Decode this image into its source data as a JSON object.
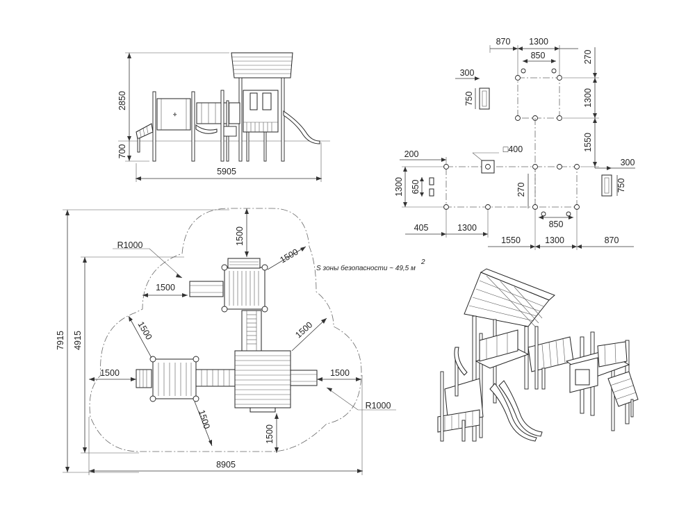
{
  "elevation": {
    "height_total": "2850",
    "height_platform": "700",
    "width_total": "5905"
  },
  "foundation_plan": {
    "top_870": "870",
    "top_1300": "1300",
    "top_850": "850",
    "right_270_top": "270",
    "right_1300": "1300",
    "right_1550": "1550",
    "left_300": "300",
    "left_750": "750",
    "left_200": "200",
    "square_400": "□400",
    "right_300": "300",
    "right_750": "750",
    "left_1300": "1300",
    "left_650": "650",
    "middle_270": "270",
    "bottom_850": "850",
    "bottom_405": "405",
    "bottom_1300_a": "1300",
    "bottom_1550": "1550",
    "bottom_1300_b": "1300",
    "bottom_870": "870"
  },
  "safety_plan": {
    "label_r1000_top": "R1000",
    "label_1500_top": "1500",
    "label_1500_topright": "1500",
    "label_1500_topleft": "1500",
    "label_1500_leftdiag": "1500",
    "label_1500_rightdiag": "1500",
    "label_1500_left": "1500",
    "label_1500_right": "1500",
    "label_r1000_bottom": "R1000",
    "label_1500_bottomdiag": "1500",
    "label_1500_bottom": "1500",
    "height_7915": "7915",
    "height_4915": "4915",
    "width_8905": "8905",
    "zone_area_note": "S зоны безопасности ~ 49,5 м",
    "zone_area_exp": "2"
  }
}
